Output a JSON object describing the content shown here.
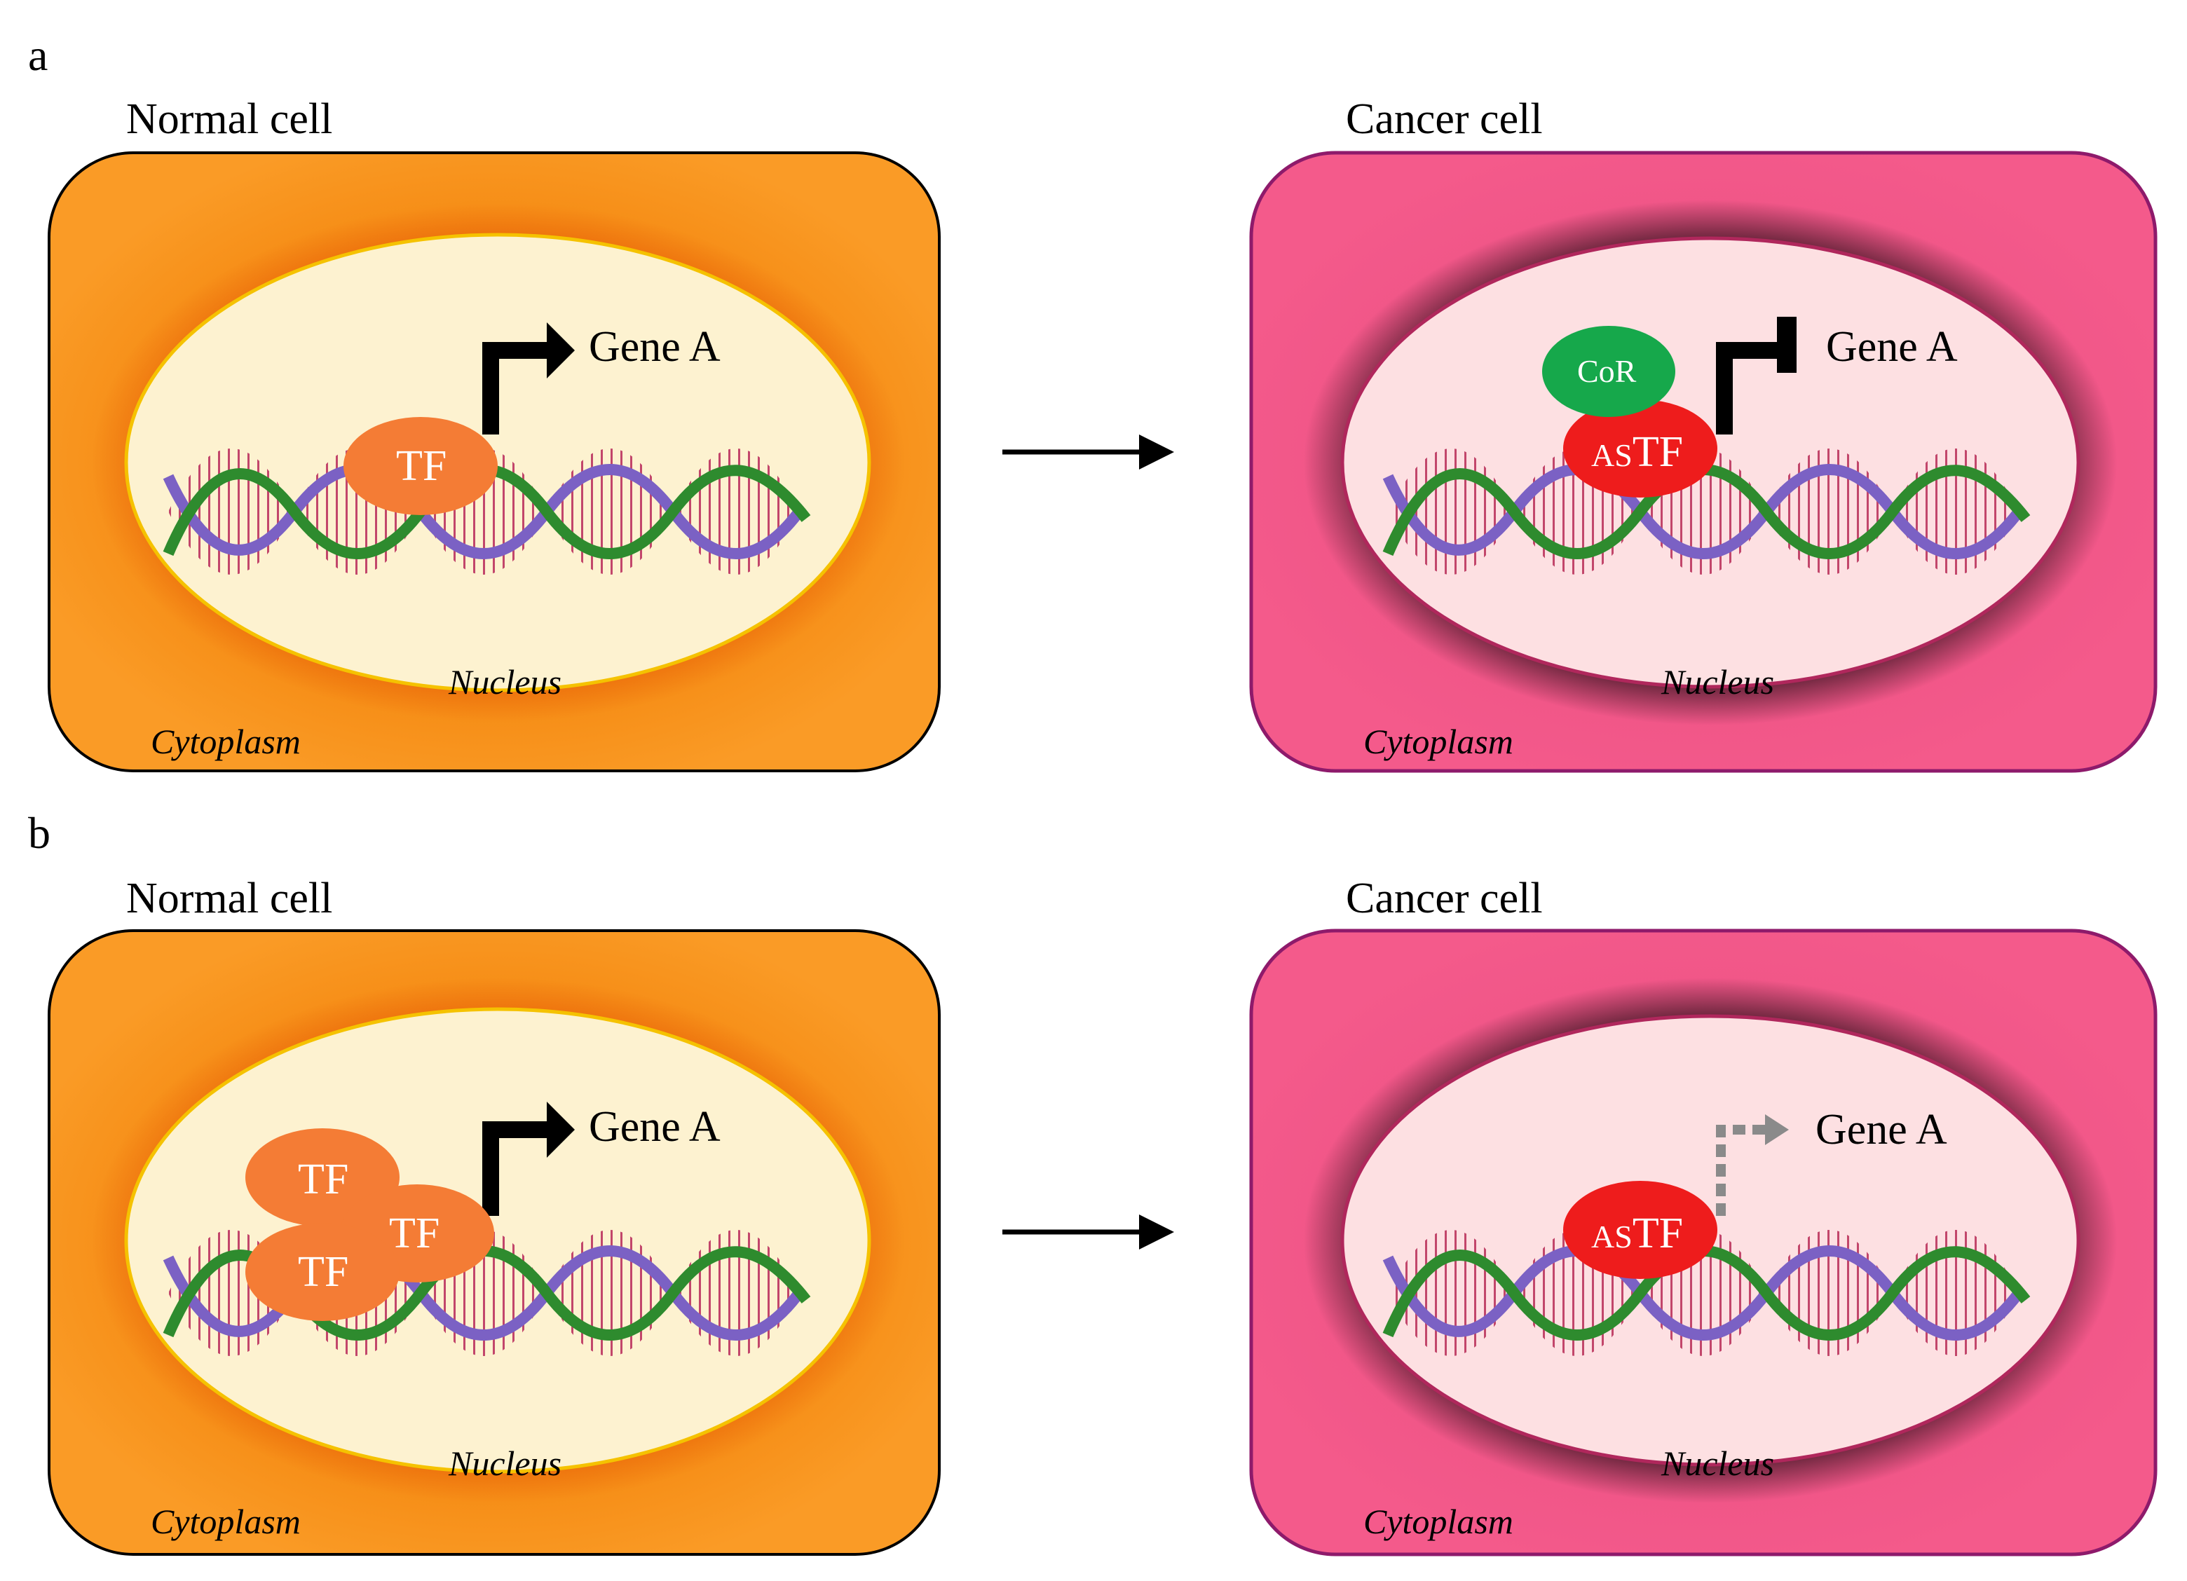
{
  "panels": [
    {
      "letter": "a",
      "normal": {
        "title": "Normal cell",
        "gene": "Gene A",
        "tf": "TF",
        "nucleus": "Nucleus",
        "cytoplasm": "Cytoplasm",
        "promoter": "active-arrow"
      },
      "cancer": {
        "title": "Cancer cell",
        "gene": "Gene A",
        "astf_prefix": "AS",
        "astf_main": "TF",
        "cor": "CoR",
        "nucleus": "Nucleus",
        "cytoplasm": "Cytoplasm",
        "promoter": "repressed-bar"
      }
    },
    {
      "letter": "b",
      "normal": {
        "title": "Normal cell",
        "gene": "Gene A",
        "tf": "TF",
        "nucleus": "Nucleus",
        "cytoplasm": "Cytoplasm",
        "promoter": "active-arrow"
      },
      "cancer": {
        "title": "Cancer cell",
        "gene": "Gene A",
        "astf_prefix": "AS",
        "astf_main": "TF",
        "nucleus": "Nucleus",
        "cytoplasm": "Cytoplasm",
        "promoter": "weak-dashed-arrow"
      }
    }
  ],
  "colors": {
    "normal_cytoplasm": "#f7941d",
    "normal_nucleus": "#fdf2d0",
    "cancer_cytoplasm": "#f25a8a",
    "cancer_nucleus": "#fde0e2",
    "tf": "#f47c35",
    "astf": "#ee1c1c",
    "cor": "#16a84b",
    "dna_green": "#2e8b2e",
    "dna_purple": "#7b61c4"
  }
}
